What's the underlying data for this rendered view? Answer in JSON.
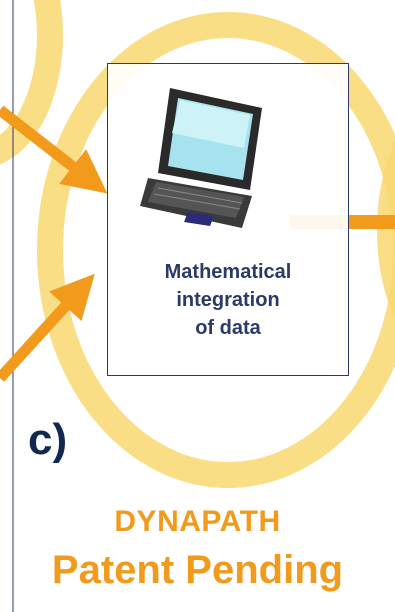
{
  "box": {
    "line1": "Mathematical",
    "line2": "integration",
    "line3": "of data"
  },
  "panel_label": "c)",
  "brand": {
    "name": "DYNAPATH",
    "status": "Patent Pending"
  },
  "colors": {
    "ring": "#f8d870",
    "arrow": "#f29a1c",
    "box_border": "#2b3a67",
    "label_text": "#2b3a67",
    "panel_label": "#13284f",
    "brand_text": "#f29a1c"
  },
  "icons": [
    "laptop-icon"
  ]
}
